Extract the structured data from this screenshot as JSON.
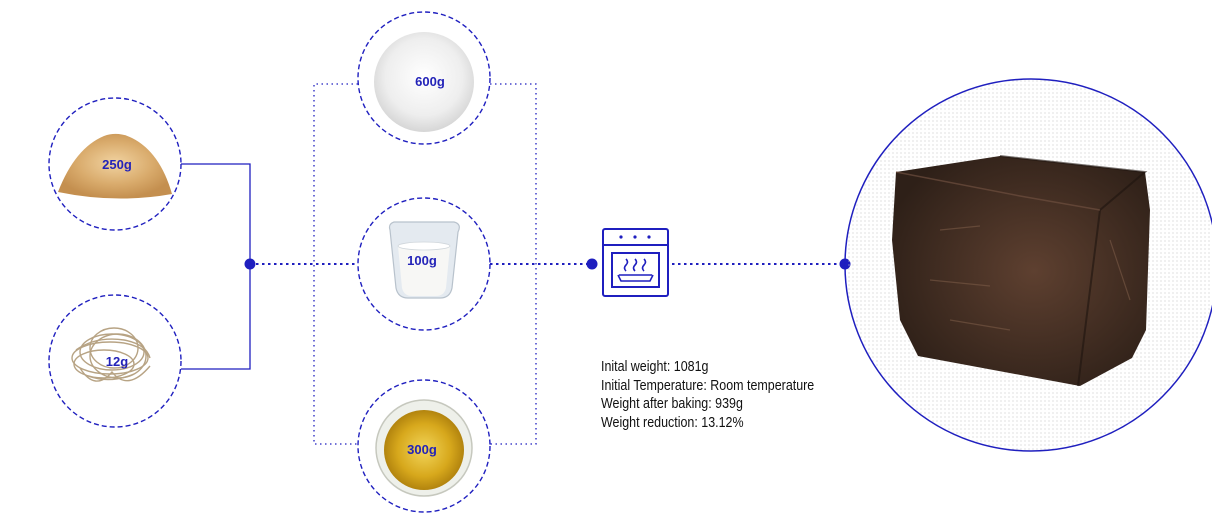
{
  "ingredients": {
    "sawdust": {
      "label": "250g"
    },
    "fiber": {
      "label": "12g"
    },
    "powder": {
      "label": "600g"
    },
    "water": {
      "label": "100g"
    },
    "oil": {
      "label": "300g"
    }
  },
  "process": {
    "icon": "oven-icon"
  },
  "result": {
    "lines": [
      "Inital weight: 1081g",
      "Initial Temperature: Room temperature",
      "Weight after baking:  939g",
      "Weight reduction: 13.12%"
    ]
  },
  "colors": {
    "accent": "#1f1fbf",
    "text": "#111111"
  }
}
